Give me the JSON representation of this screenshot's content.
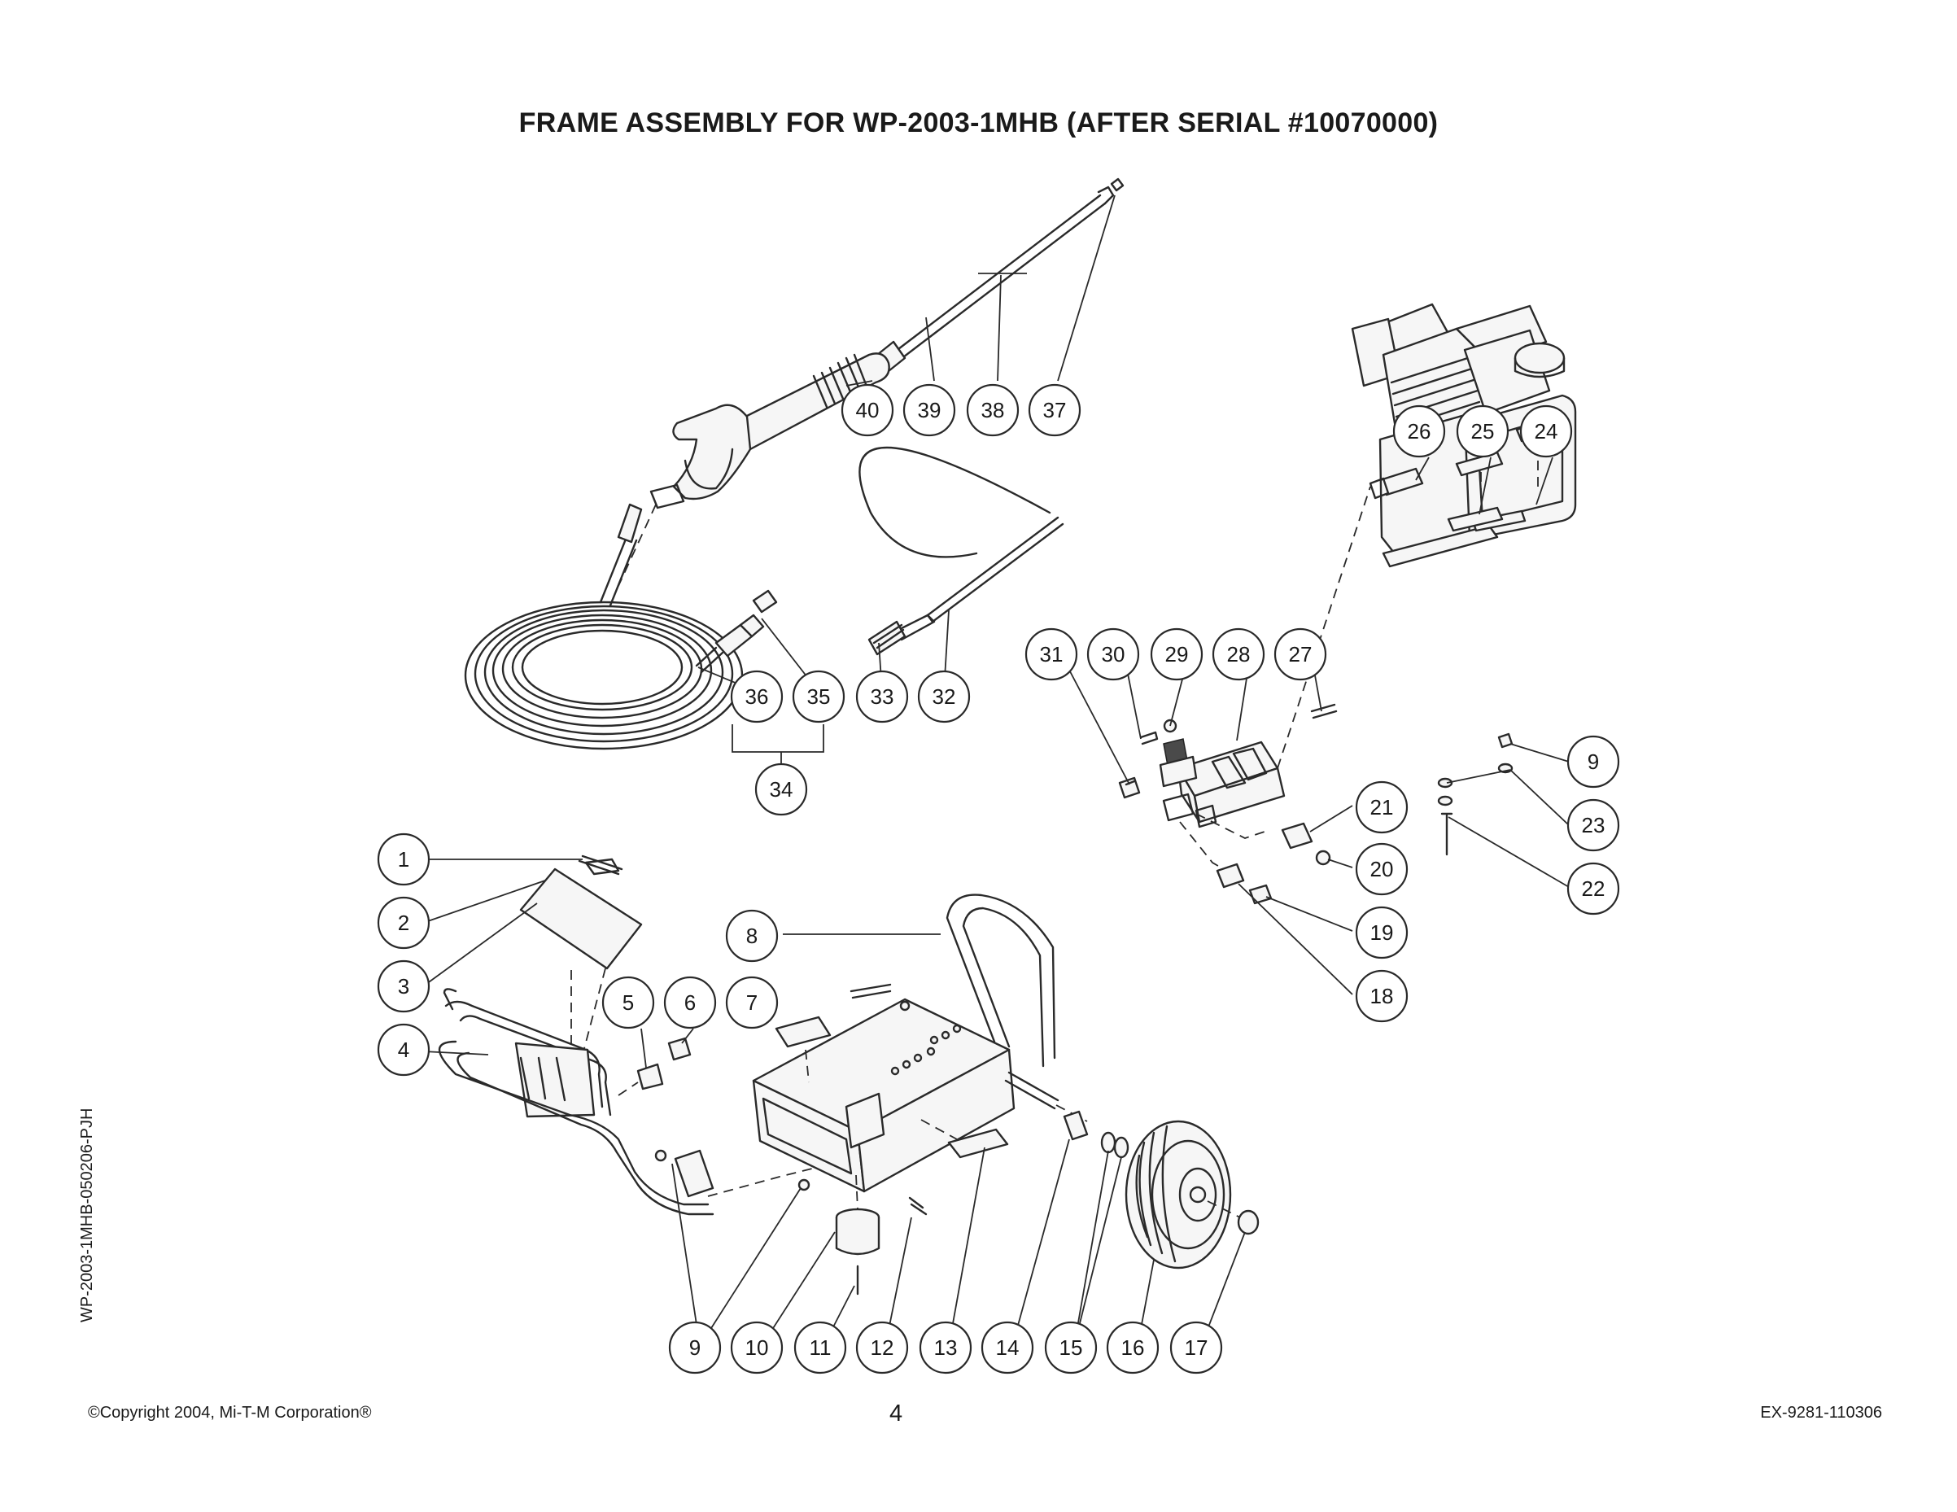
{
  "title": "FRAME ASSEMBLY FOR WP-2003-1MHB (AFTER SERIAL #10070000)",
  "side_code": "WP-2003-1MHB-050206-PJH",
  "footer": {
    "copyright": "©Copyright 2004, Mi-T-M Corporation®",
    "page_number": "4",
    "doc_code": "EX-9281-110306"
  },
  "callouts": [
    "1",
    "2",
    "3",
    "4",
    "5",
    "6",
    "7",
    "8",
    "9",
    "10",
    "11",
    "12",
    "13",
    "14",
    "15",
    "16",
    "17",
    "18",
    "19",
    "20",
    "21",
    "22",
    "23",
    "24",
    "25",
    "26",
    "27",
    "28",
    "29",
    "30",
    "31",
    "32",
    "33",
    "34",
    "35",
    "36",
    "37",
    "38",
    "39",
    "40"
  ]
}
